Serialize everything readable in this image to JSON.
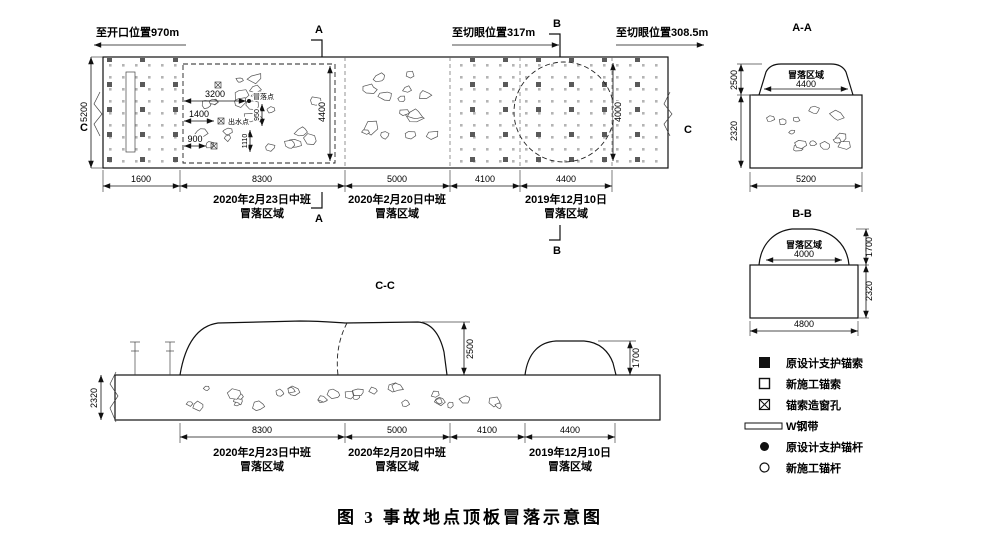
{
  "caption": "图 3 事故地点顶板冒落示意图",
  "areas": [
    {
      "line1": "2020年2月23日中班",
      "line2": "冒落区域"
    },
    {
      "line1": "2020年2月20日中班",
      "line2": "冒落区域"
    },
    {
      "line1": "2019年12月10日",
      "line2": "冒落区域"
    }
  ],
  "plan": {
    "to_opening": "至开口位置970m",
    "to_cut_317": "至切眼位置317m",
    "to_cut_308": "至切眼位置308.5m",
    "marker_a": "A",
    "marker_b": "B",
    "marker_c": "C",
    "dim_width": "5200",
    "dim_seg1": "1600",
    "dim_seg2": "8300",
    "dim_seg3": "5000",
    "dim_seg4": "4100",
    "dim_seg5": "4400",
    "dim_fall1_w": "4400",
    "dim_fall3_w": "4000",
    "dim_3200": "3200",
    "dim_1400": "1400",
    "dim_900": "900",
    "dim_950": "950",
    "dim_1110": "1110",
    "note_1": "冒落点",
    "note_2": "出水点"
  },
  "section_aa": {
    "title": "A-A",
    "fall_label": "冒落区域",
    "dim_top_w": "4400",
    "dim_h1": "2500",
    "dim_h2": "2320",
    "dim_bottom": "5200"
  },
  "section_bb": {
    "title": "B-B",
    "fall_label": "冒落区域",
    "dim_top_w": "4000",
    "dim_h1": "1700",
    "dim_h2": "2320",
    "dim_bottom": "4800"
  },
  "section_cc": {
    "title": "C-C",
    "dim_band_h": "2320",
    "dim_h1": "2500",
    "dim_h2": "1700",
    "dim_seg2": "8300",
    "dim_seg3": "5000",
    "dim_seg4": "4100",
    "dim_seg5": "4400"
  },
  "legend": {
    "items": [
      {
        "icon": "filled-square",
        "label": "原设计支护锚索"
      },
      {
        "icon": "hollow-square",
        "label": "新施工锚索"
      },
      {
        "icon": "crossed-square",
        "label": "锚索造窗孔"
      },
      {
        "icon": "w-steel-band",
        "label": "W钢带"
      },
      {
        "icon": "filled-circle",
        "label": "原设计支护锚杆"
      },
      {
        "icon": "hollow-circle",
        "label": "新施工锚杆"
      }
    ]
  }
}
